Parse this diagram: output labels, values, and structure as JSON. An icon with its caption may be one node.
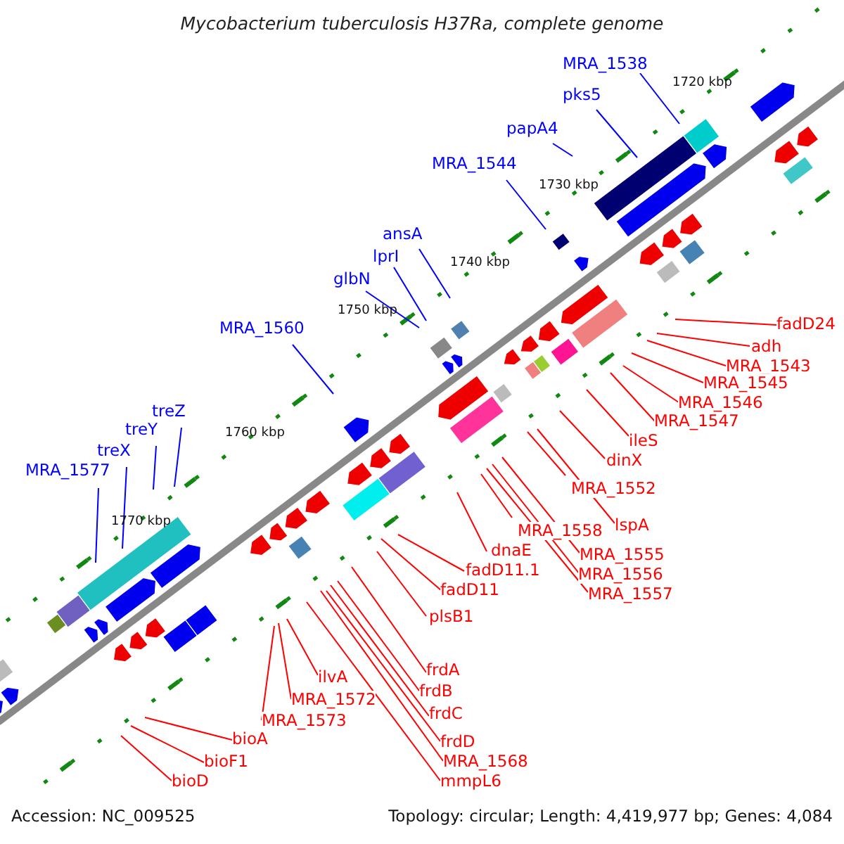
{
  "diagram": {
    "title": "Mycobacterium tuberculosis H37Ra, complete genome",
    "nodes": [
      {
        "text": [
          "MRA_1538"
        ]
      },
      {
        "text": [
          "pks5"
        ]
      },
      {
        "text": [
          "papA4"
        ]
      },
      {
        "text": [
          "MRA_1544"
        ]
      },
      {
        "text": [
          "ansA"
        ]
      },
      {
        "text": [
          "lprI"
        ]
      },
      {
        "text": [
          "glbN"
        ]
      },
      {
        "text": [
          "MRA_1560"
        ]
      },
      {
        "text": [
          "treZ"
        ]
      },
      {
        "text": [
          "treY"
        ]
      },
      {
        "text": [
          "treX"
        ]
      },
      {
        "text": [
          "MRA_1577"
        ]
      },
      {
        "text": [
          "fadD24"
        ]
      },
      {
        "text": [
          "adh"
        ]
      },
      {
        "text": [
          "MRA_1543"
        ]
      },
      {
        "text": [
          "MRA_1545"
        ]
      },
      {
        "text": [
          "MRA_1546"
        ]
      },
      {
        "text": [
          "MRA_1547"
        ]
      },
      {
        "text": [
          "ileS"
        ]
      },
      {
        "text": [
          "dinX"
        ]
      },
      {
        "text": [
          "MRA_1552"
        ]
      },
      {
        "text": [
          "lspA"
        ]
      },
      {
        "text": [
          "MRA_1558"
        ]
      },
      {
        "text": [
          "MRA_1555"
        ]
      },
      {
        "text": [
          "MRA_1556"
        ]
      },
      {
        "text": [
          "MRA_1557"
        ]
      },
      {
        "text": [
          "dnaE"
        ]
      },
      {
        "text": [
          "fadD11.1"
        ]
      },
      {
        "text": [
          "fadD11"
        ]
      },
      {
        "text": [
          "plsB1"
        ]
      },
      {
        "text": [
          "frdA"
        ]
      },
      {
        "text": [
          "frdB"
        ]
      },
      {
        "text": [
          "frdC"
        ]
      },
      {
        "text": [
          "frdD"
        ]
      },
      {
        "text": [
          "MRA_1568"
        ]
      },
      {
        "text": [
          "mmpL6"
        ]
      },
      {
        "text": [
          "ilvA"
        ]
      },
      {
        "text": [
          "MRA_1572"
        ]
      },
      {
        "text": [
          "MRA_1573"
        ]
      },
      {
        "text": [
          "bioA"
        ]
      },
      {
        "text": [
          "bioF1"
        ]
      },
      {
        "text": [
          "bioD"
        ]
      }
    ],
    "edges": [
      {
        "from": 0,
        "to": null,
        "arrow": "none",
        "color": "#0000ff"
      },
      {
        "from": 1,
        "to": null,
        "arrow": "none",
        "color": "#0000ff"
      },
      {
        "from": 2,
        "to": null,
        "arrow": "none",
        "color": "#0000ff"
      },
      {
        "from": 3,
        "to": null,
        "arrow": "none",
        "color": "#0000ff"
      },
      {
        "from": 4,
        "to": null,
        "arrow": "none",
        "color": "#0000ff"
      },
      {
        "from": 5,
        "to": null,
        "arrow": "none",
        "color": "#0000ff"
      },
      {
        "from": 6,
        "to": null,
        "arrow": "none",
        "color": "#0000ff"
      },
      {
        "from": 7,
        "to": null,
        "arrow": "none",
        "color": "#0000ff"
      },
      {
        "from": 8,
        "to": null,
        "arrow": "none",
        "color": "#0000ff"
      },
      {
        "from": 9,
        "to": null,
        "arrow": "none",
        "color": "#0000ff"
      },
      {
        "from": 10,
        "to": null,
        "arrow": "none",
        "color": "#0000ff"
      },
      {
        "from": 11,
        "to": null,
        "arrow": "none",
        "color": "#0000ff"
      },
      {
        "from": 12,
        "to": null,
        "arrow": "none"
      },
      {
        "from": 13,
        "to": null,
        "arrow": "none"
      },
      {
        "from": 14,
        "to": null,
        "arrow": "none"
      },
      {
        "from": 15,
        "to": null,
        "arrow": "none"
      },
      {
        "from": 16,
        "to": null,
        "arrow": "none"
      },
      {
        "from": 17,
        "to": null,
        "arrow": "none"
      },
      {
        "from": 18,
        "to": null,
        "arrow": "none"
      },
      {
        "from": 19,
        "to": null,
        "arrow": "none"
      },
      {
        "from": 20,
        "to": null,
        "arrow": "none"
      },
      {
        "from": 21,
        "to": null,
        "arrow": "none"
      },
      {
        "from": 22,
        "to": null,
        "arrow": "none"
      },
      {
        "from": 23,
        "to": null,
        "arrow": "none"
      },
      {
        "from": 24,
        "to": null,
        "arrow": "none"
      },
      {
        "from": 25,
        "to": null,
        "arrow": "none"
      },
      {
        "from": 26,
        "to": null,
        "arrow": "none"
      },
      {
        "from": 27,
        "to": null,
        "arrow": "none"
      },
      {
        "from": 28,
        "to": null,
        "arrow": "none"
      },
      {
        "from": 29,
        "to": null,
        "arrow": "none"
      },
      {
        "from": 30,
        "to": null,
        "arrow": "none"
      },
      {
        "from": 31,
        "to": null,
        "arrow": "none"
      },
      {
        "from": 32,
        "to": null,
        "arrow": "none"
      },
      {
        "from": 33,
        "to": null,
        "arrow": "none"
      },
      {
        "from": 34,
        "to": null,
        "arrow": "none"
      },
      {
        "from": 35,
        "to": null,
        "arrow": "none"
      },
      {
        "from": 36,
        "to": null,
        "arrow": "none"
      },
      {
        "from": 37,
        "to": null,
        "arrow": "none"
      },
      {
        "from": 38,
        "to": null,
        "arrow": "none"
      },
      {
        "from": 39,
        "to": null,
        "arrow": "none"
      },
      {
        "from": 40,
        "to": null,
        "arrow": "none"
      },
      {
        "from": 41,
        "to": null,
        "arrow": "none"
      }
    ],
    "labels": [
      "1720 kbp",
      "1730 kbp",
      "1740 kbp",
      "1750 kbp",
      "1760 kbp",
      "1770 kbp",
      "Accession: NC_009525",
      "Topology: circular; Length: 4,419,977 bp; Genes: 4,084"
    ]
  }
}
